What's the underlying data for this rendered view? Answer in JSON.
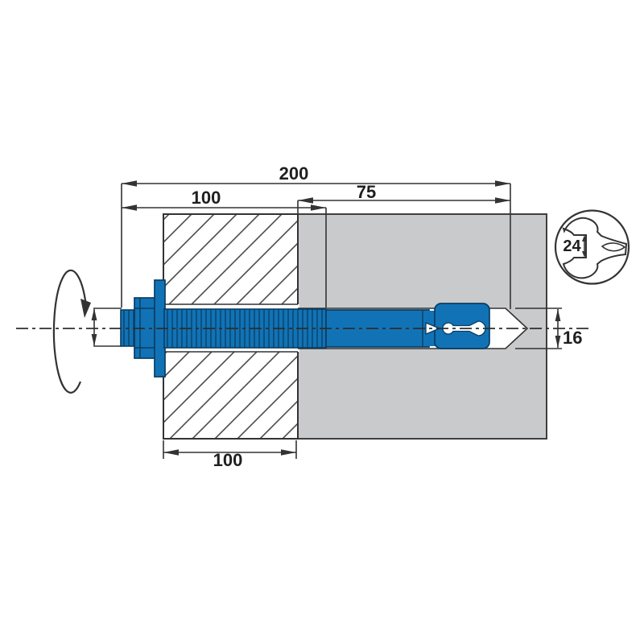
{
  "drawing": {
    "description": "Cross-section installation drawing of a wedge anchor bolt fastening a plate (hatched) to concrete (gray), with torque rotation arrow and wrench-size icon",
    "labels": {
      "total_length": "200",
      "thread_length": "100",
      "anchorage_depth": "75",
      "fixture_thickness": "100",
      "drill_diameter": "16",
      "wrench_size": "24"
    },
    "icons": [
      "rotation-arrow-icon",
      "wrench-icon"
    ]
  },
  "colors": {
    "anchor_blue": "#1173b5",
    "anchor_dark": "#0a3c63",
    "concrete_gray": "#c9cacc",
    "line_color": "#333333",
    "text_color": "#1f1f1f",
    "bg_color": "#ffffff"
  }
}
